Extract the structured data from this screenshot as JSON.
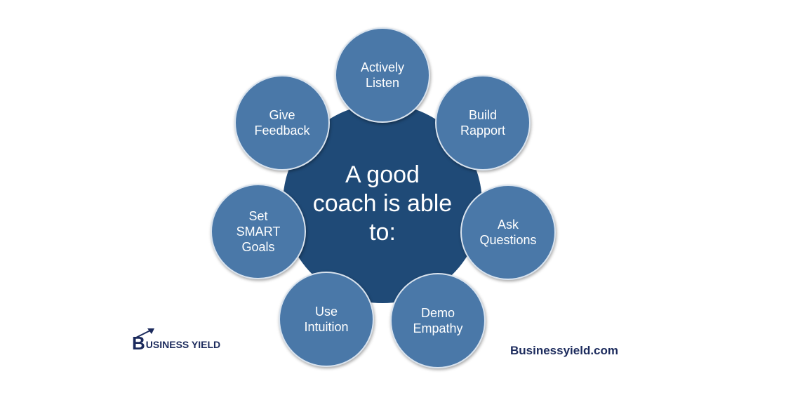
{
  "diagram": {
    "center": "A good coach is able to:",
    "nodes": [
      "Actively\nListen",
      "Build\nRapport",
      "Ask\nQuestions",
      "Demo\nEmpathy",
      "Use\nIntuition",
      "Set\nSMART\nGoals",
      "Give\nFeedback"
    ]
  },
  "branding": {
    "logo_letter": "B",
    "logo_text": "USINESS YIELD",
    "website": "Businessyield.com"
  },
  "colors": {
    "center": "#1f4a77",
    "node": "#4a78a8",
    "brand": "#1b2a5c"
  }
}
